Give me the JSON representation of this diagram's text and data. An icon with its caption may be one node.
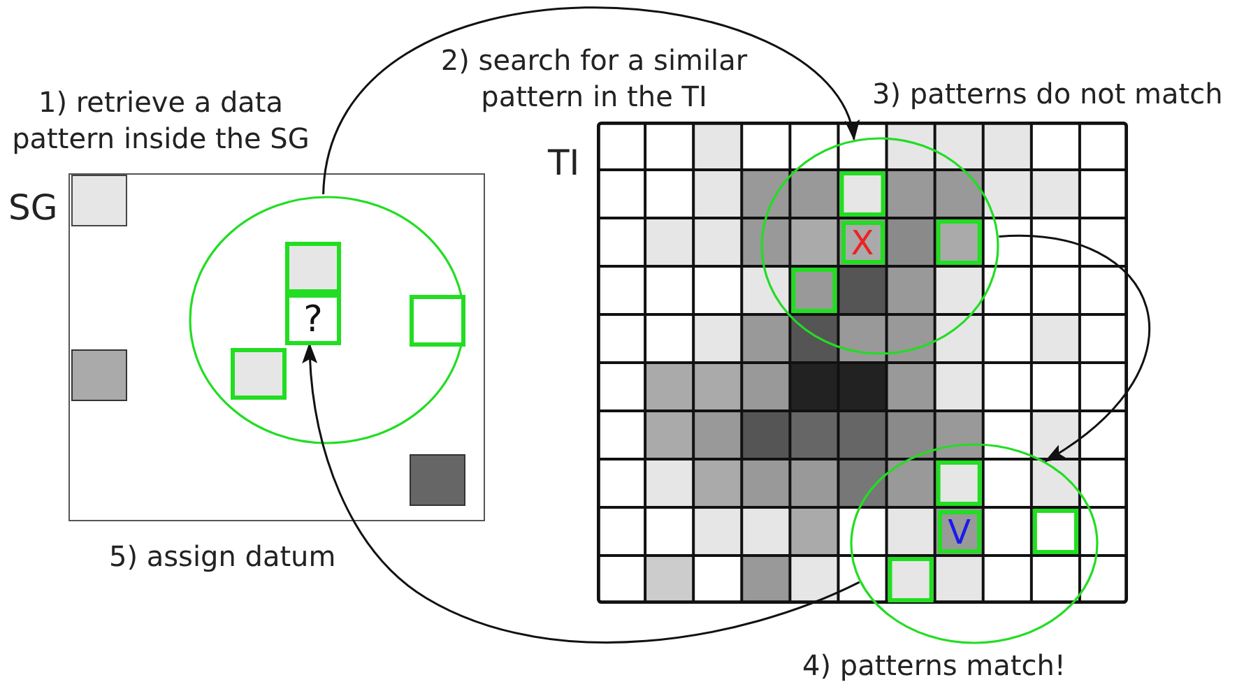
{
  "diagram": {
    "nodes": [
      {
        "text": [
          "SG"
        ]
      },
      {
        "text": [],
        "shape": "ellipse",
        "in": 0
      },
      {
        "text": [
          "?"
        ],
        "in": 1
      },
      {
        "text": [
          "TI"
        ]
      },
      {
        "text": [],
        "shape": "ellipse",
        "in": 3,
        "beside": [
          "3) patterns do not match"
        ]
      },
      {
        "text": [
          "X"
        ],
        "in": 4
      },
      {
        "text": [],
        "shape": "ellipse",
        "beside": [
          "4) patterns match!"
        ]
      },
      {
        "text": [
          "V"
        ]
      }
    ],
    "edges": [
      {
        "from": 1,
        "to": 4,
        "arrow": "to",
        "label": "2) search for a similar pattern in the TI"
      },
      {
        "from": 4,
        "to": 6,
        "arrow": "to"
      },
      {
        "from": 6,
        "to": 2,
        "arrow": "to",
        "label": "5) assign datum"
      }
    ],
    "labels": [
      "1) retrieve a data pattern inside the SG"
    ]
  }
}
